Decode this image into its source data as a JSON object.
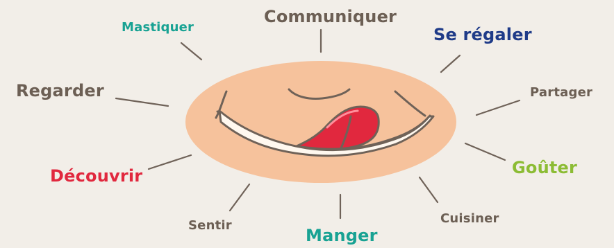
{
  "words": [
    {
      "id": "communiquer",
      "text": "Communiquer",
      "color": "#6c5f54"
    },
    {
      "id": "mastiquer",
      "text": "Mastiquer",
      "color": "#18a293"
    },
    {
      "id": "se-regaler",
      "text": "Se régaler",
      "color": "#1f3b88"
    },
    {
      "id": "regarder",
      "text": "Regarder",
      "color": "#6c5f54"
    },
    {
      "id": "partager",
      "text": "Partager",
      "color": "#6c5f54"
    },
    {
      "id": "decouvrir",
      "text": "Découvrir",
      "color": "#e1283e"
    },
    {
      "id": "gouter",
      "text": "Goûter",
      "color": "#8cbc34"
    },
    {
      "id": "sentir",
      "text": "Sentir",
      "color": "#6c5f54"
    },
    {
      "id": "manger",
      "text": "Manger",
      "color": "#18a293"
    },
    {
      "id": "cuisiner",
      "text": "Cuisiner",
      "color": "#6c5f54"
    }
  ],
  "colors": {
    "background": "#f2eee8",
    "skin": "#f6c29c",
    "line": "#6f6258",
    "tongue": "#e1283e",
    "highlight": "#fff8ef"
  }
}
